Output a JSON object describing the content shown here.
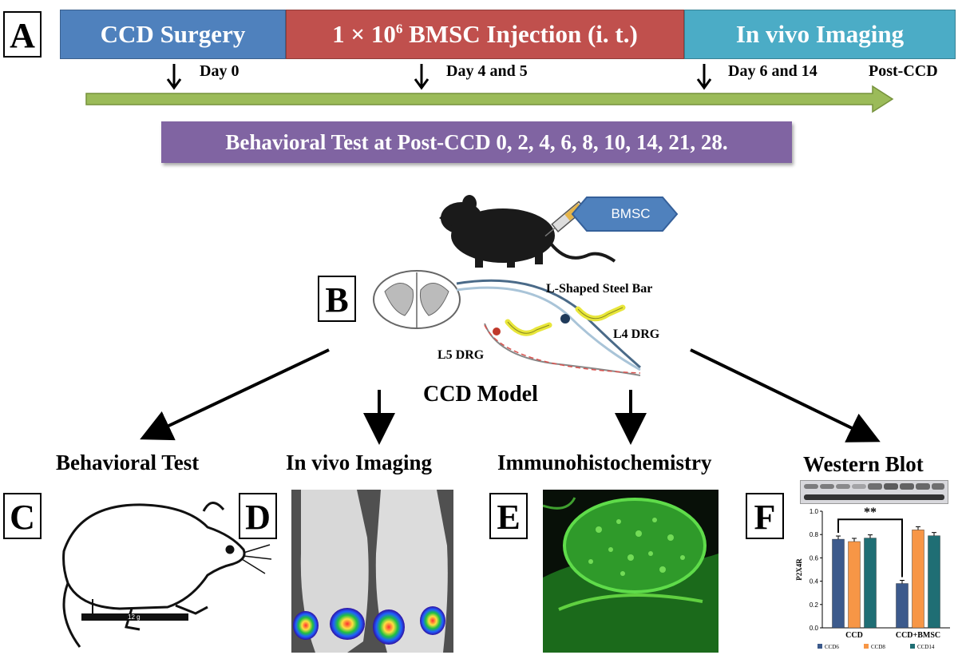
{
  "panels": {
    "a": "A",
    "b": "B",
    "c": "C",
    "d": "D",
    "e": "E",
    "f": "F"
  },
  "timeline": {
    "phases": [
      {
        "label": "CCD Surgery",
        "color": "#4f81bd"
      },
      {
        "label": "1 × 10",
        "sup": "6",
        "label_rest": " BMSC Injection (i. t.)",
        "color": "#c0504d"
      },
      {
        "label": "In vivo  Imaging",
        "color": "#4bacc6"
      }
    ],
    "days": [
      "Day 0",
      "Day 4 and 5",
      "Day 6 and 14"
    ],
    "axis_end_label": "Post-CCD",
    "arrow_color": "#9bbb59",
    "behavior_banner": "Behavioral Test at Post-CCD 0, 2, 4, 6, 8, 10, 14, 21, 28.",
    "banner_color": "#8064a2"
  },
  "model": {
    "bmsc_tag": "BMSC",
    "steel_bar_label": "L-Shaped Steel Bar",
    "l4_label": "L4 DRG",
    "l5_label": "L5 DRG",
    "model_title": "CCD Model"
  },
  "methods": {
    "behavioral": "Behavioral Test",
    "imaging": "In vivo Imaging",
    "ihc": "Immunohistochemistry",
    "western": "Western Blot"
  },
  "scale_text": "12 g",
  "chart_data": {
    "type": "bar",
    "categories": [
      "CCD",
      "CCD+BMSC"
    ],
    "series": [
      {
        "name": "CCD6",
        "values": [
          0.76,
          0.38
        ],
        "color": "#3c5a8c"
      },
      {
        "name": "CCD8",
        "values": [
          0.74,
          0.84
        ],
        "color": "#f79646"
      },
      {
        "name": "CCD14",
        "values": [
          0.77,
          0.79
        ],
        "color": "#1f6e74"
      }
    ],
    "ylabel": "P2X4R",
    "ylim": [
      0,
      1.0
    ],
    "yticks": [
      "0.0",
      "0.2",
      "0.4",
      "0.6",
      "0.8",
      "1.0"
    ],
    "significance": "**"
  }
}
